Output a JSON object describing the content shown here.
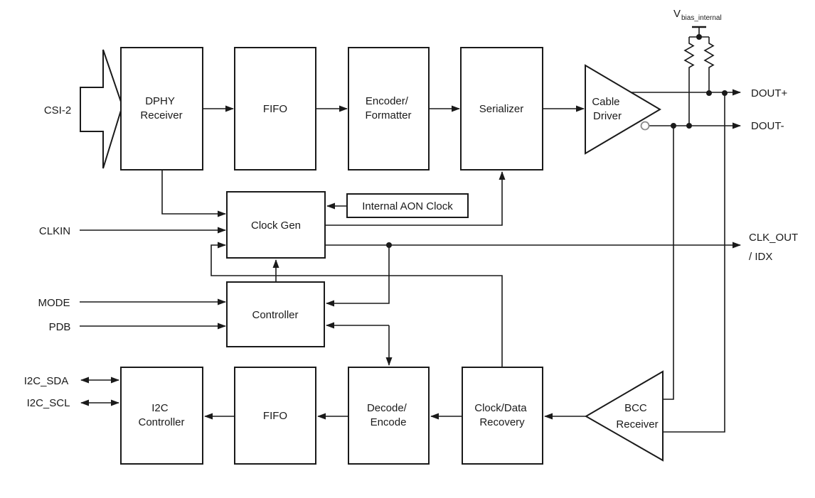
{
  "diagram_type": "ic-functional-block-diagram",
  "colors": {
    "stroke": "#1a1a1a",
    "background": "#ffffff",
    "box_fill": "#ffffff"
  },
  "blocks": {
    "dphy_receiver": {
      "lines": [
        "DPHY",
        "Receiver"
      ]
    },
    "fifo_top": {
      "lines": [
        "FIFO"
      ]
    },
    "encoder_formatter": {
      "lines": [
        "Encoder/",
        "Formatter"
      ]
    },
    "serializer": {
      "lines": [
        "Serializer"
      ]
    },
    "cable_driver": {
      "lines": [
        "Cable",
        "Driver"
      ]
    },
    "clock_gen": {
      "lines": [
        "Clock Gen"
      ]
    },
    "internal_aon_clock": {
      "lines": [
        "Internal AON Clock"
      ]
    },
    "controller": {
      "lines": [
        "Controller"
      ]
    },
    "i2c_controller": {
      "lines": [
        "I2C",
        "Controller"
      ]
    },
    "fifo_bottom": {
      "lines": [
        "FIFO"
      ]
    },
    "decode_encode": {
      "lines": [
        "Decode/",
        "Encode"
      ]
    },
    "clock_data_recovery": {
      "lines": [
        "Clock/Data",
        "Recovery"
      ]
    },
    "bcc_receiver": {
      "lines": [
        "BCC",
        "Receiver"
      ]
    }
  },
  "ports": {
    "csi2": "CSI-2",
    "clkin": "CLKIN",
    "mode": "MODE",
    "pdb": "PDB",
    "i2c_sda": "I2C_SDA",
    "i2c_scl": "I2C_SCL",
    "dout_plus": "DOUT+",
    "dout_minus": "DOUT-",
    "clk_out": "CLK_OUT",
    "clk_out_line2": "/ IDX",
    "vbias_base": "V",
    "vbias_subscript": "bias_internal"
  },
  "connections": [
    "CSI-2 -> DPHY Receiver",
    "DPHY Receiver -> FIFO (top)",
    "FIFO (top) -> Encoder/Formatter",
    "Encoder/Formatter -> Serializer",
    "Serializer -> Cable Driver",
    "Cable Driver -> DOUT+",
    "Cable Driver (inverting) -> DOUT-",
    "Vbias_internal -> pull-up resistors -> DOUT+/DOUT-",
    "DPHY Receiver -> Clock Gen",
    "CLKIN -> Clock Gen",
    "Internal AON Clock -> Clock Gen",
    "Clock Gen -> Serializer",
    "Clock Gen -> CLK_OUT / IDX",
    "Clock Gen output tap -> Controller",
    "Controller -> Clock Gen",
    "MODE -> Controller",
    "PDB -> Controller",
    "Controller <-> Decode/Encode",
    "Clock/Data Recovery -> Clock Gen (feedback)",
    "DOUT- tap -> BCC Receiver",
    "DOUT+ tap -> BCC Receiver",
    "BCC Receiver -> Clock/Data Recovery",
    "Clock/Data Recovery -> Decode/Encode",
    "Decode/Encode -> FIFO (bottom)",
    "FIFO (bottom) -> I2C Controller",
    "I2C Controller <-> I2C_SDA",
    "I2C Controller <-> I2C_SCL"
  ]
}
